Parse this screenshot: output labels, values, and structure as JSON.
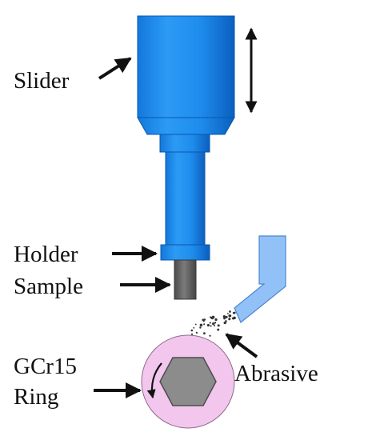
{
  "labels": {
    "slider": "Slider",
    "holder": "Holder",
    "sample": "Sample",
    "abrasive": "Abrasive",
    "ring_line1": "GCr15",
    "ring_line2": "Ring"
  },
  "colors": {
    "blue_body": "#1f8fef",
    "blue_dark": "#0a63c4",
    "blue_light": "#5db4ff",
    "sample_gray": "#6b6b6b",
    "hex_gray": "#8c8c8c",
    "ring_pink": "#f3c6ee",
    "nozzle_blue": "#92c1f7",
    "ink": "#111111"
  }
}
